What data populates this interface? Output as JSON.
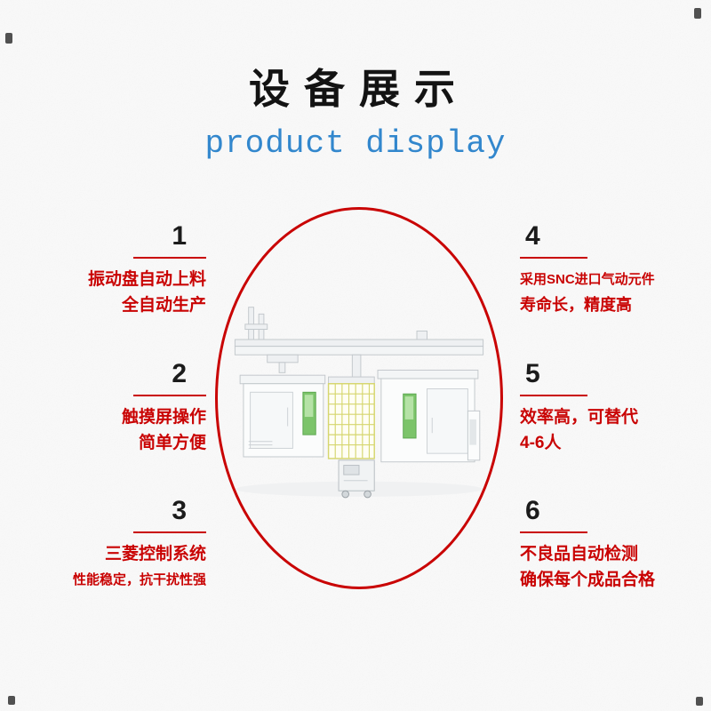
{
  "page": {
    "title": "设备展示",
    "subtitle": "product display"
  },
  "features": {
    "left": [
      {
        "number": "1",
        "lines": [
          "振动盘自动上料",
          "全自动生产"
        ]
      },
      {
        "number": "2",
        "lines": [
          "触摸屏操作",
          "简单方便"
        ]
      },
      {
        "number": "3",
        "lines": [
          "三菱控制系统",
          "性能稳定，抗干扰性强"
        ]
      }
    ],
    "right": [
      {
        "number": "4",
        "lines": [
          "采用SNC进口气动元件",
          "寿命长，精度高"
        ]
      },
      {
        "number": "5",
        "lines": [
          "效率高，可替代",
          "4-6人"
        ]
      },
      {
        "number": "6",
        "lines": [
          "不良品自动检测",
          "确保每个成品合格"
        ]
      }
    ]
  },
  "illustration": {
    "name": "automated-assembly-equipment"
  },
  "colors": {
    "accent_red": "#c90303",
    "subtitle_blue": "#3287cd",
    "number_dark": "#1b1b1b",
    "screen_green": "#7cc46a",
    "fence_yellow": "#d6d66e"
  }
}
